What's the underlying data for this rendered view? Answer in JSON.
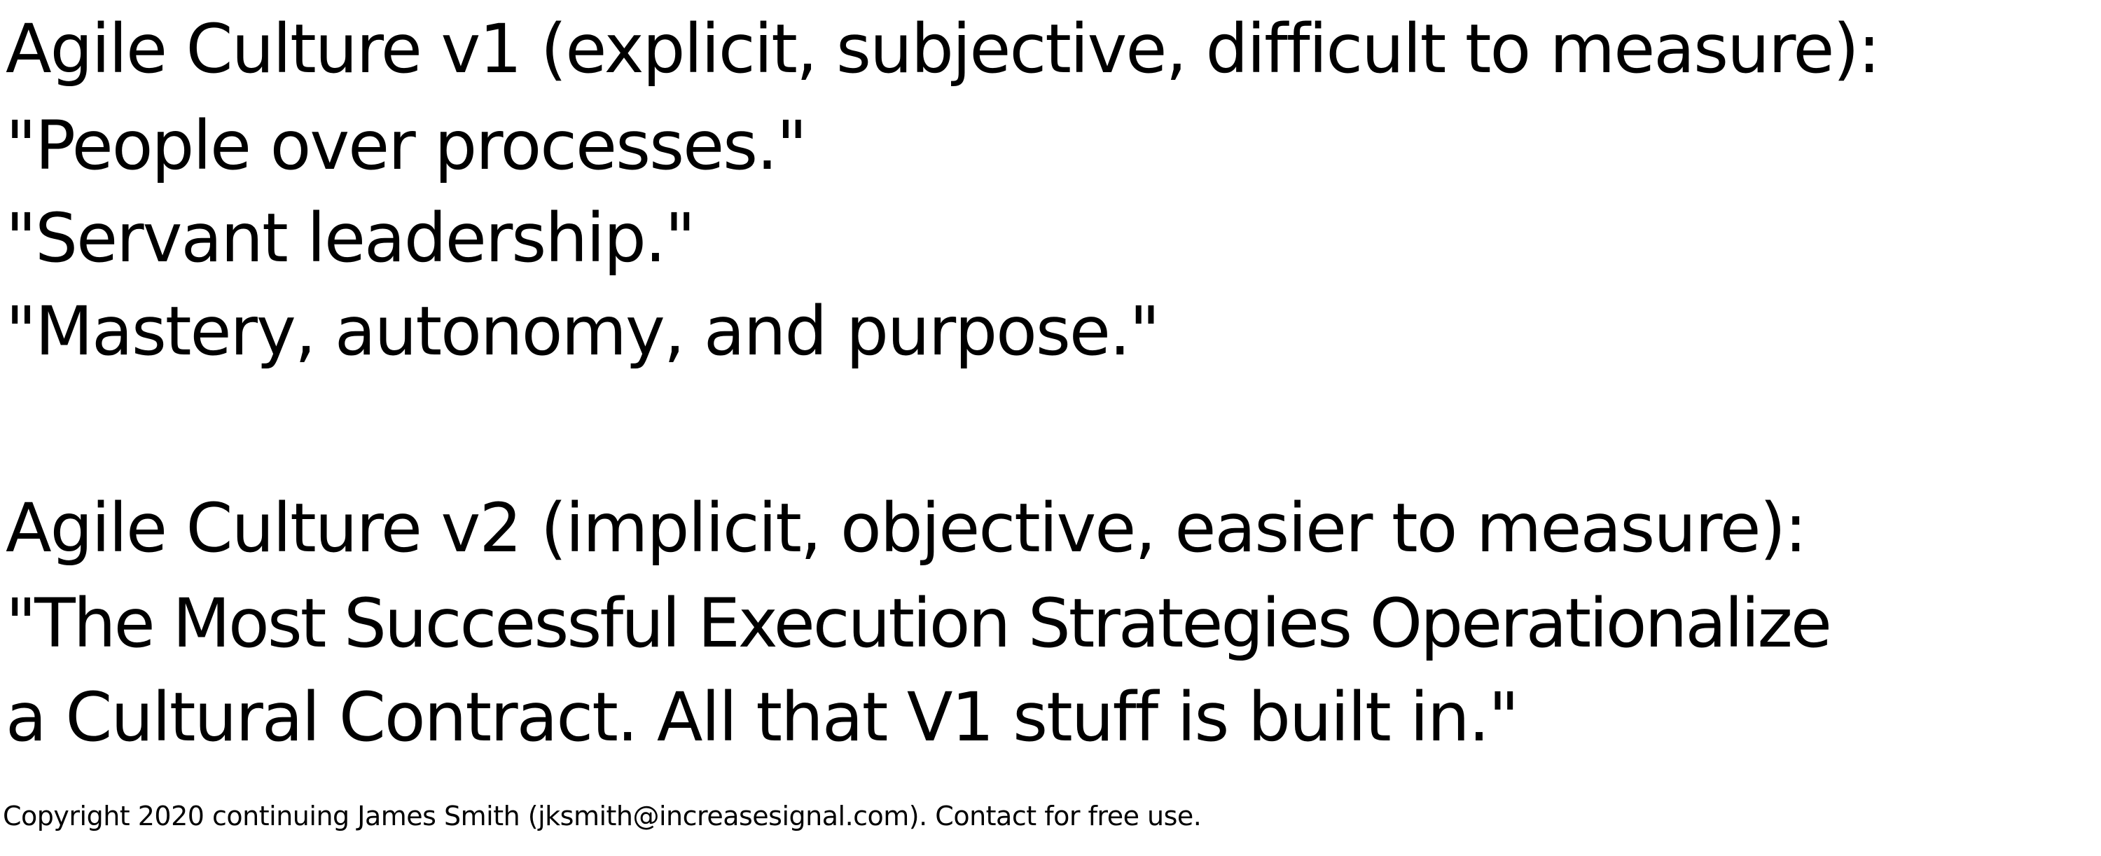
{
  "v1": {
    "heading": "Agile Culture v1 (explicit, subjective, difficult to measure):",
    "quotes": [
      "\"People over processes.\"",
      "\"Servant leadership.\"",
      "\"Mastery, autonomy, and purpose.\""
    ]
  },
  "v2": {
    "heading": "Agile Culture v2 (implicit, objective, easier to measure):",
    "quote_lines": [
      "\"The Most Successful Execution Strategies Operationalize",
      "a Cultural Contract. All that V1 stuff is built in.\""
    ]
  },
  "footer": {
    "copyright": "Copyright 2020 continuing James Smith (jksmith@increasesignal.com). Contact for free use."
  }
}
